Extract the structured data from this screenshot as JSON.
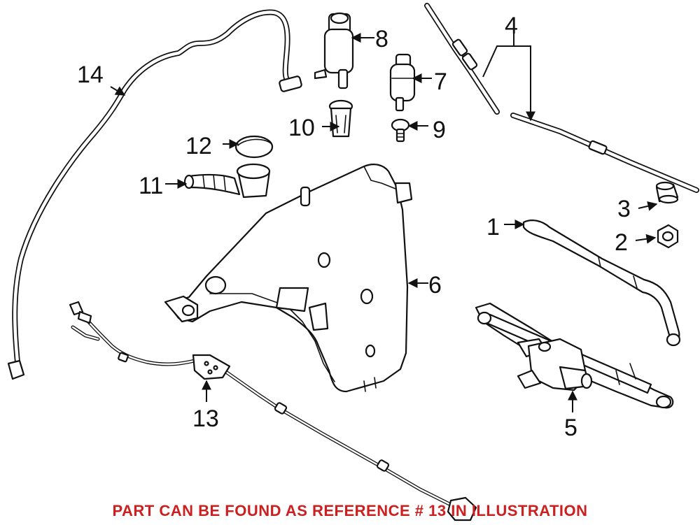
{
  "callouts": {
    "c1": "1",
    "c2": "2",
    "c3": "3",
    "c4": "4",
    "c5": "5",
    "c6": "6",
    "c7": "7",
    "c8": "8",
    "c9": "9",
    "c10": "10",
    "c11": "11",
    "c12": "12",
    "c13": "13",
    "c14": "14"
  },
  "footer": {
    "note": "PART CAN BE FOUND AS REFERENCE # 13 IN ILLUSTRATION",
    "note_color": "#cc1f1f"
  },
  "colors": {
    "line": "#111111",
    "background": "#ffffff"
  }
}
